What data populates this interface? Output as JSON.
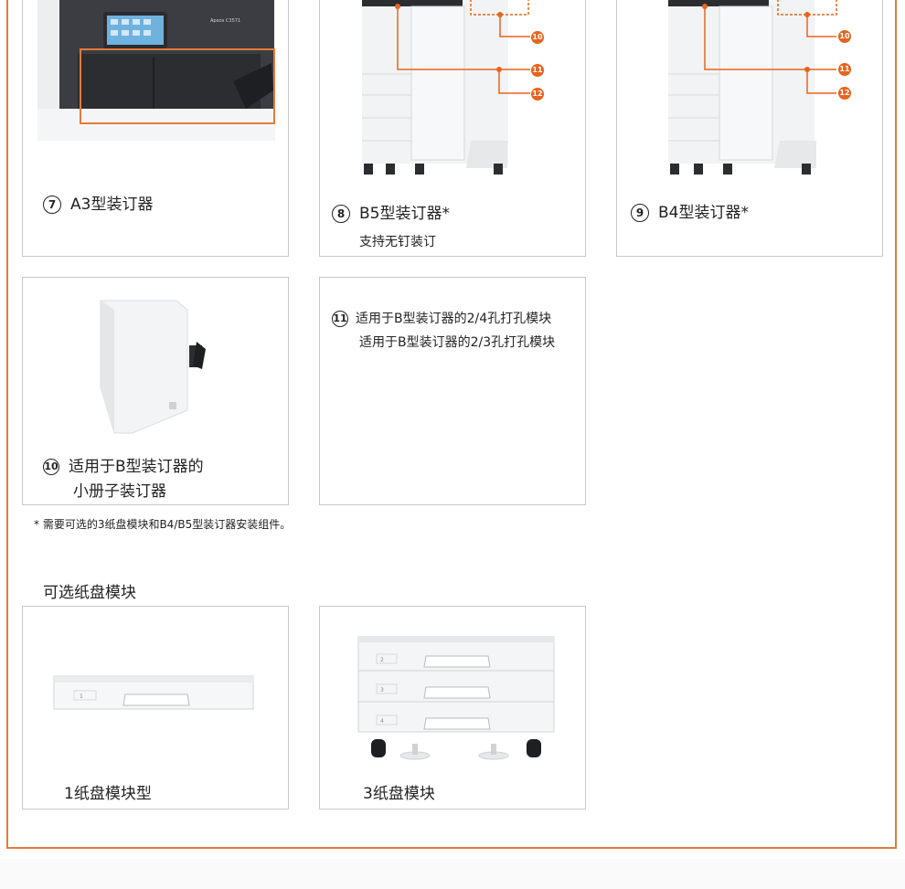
{
  "items": {
    "a3_finisher": {
      "num": "7",
      "label": "A3型装订器"
    },
    "b5_finisher": {
      "num": "8",
      "label": "B5型装订器*",
      "sub": "支持无钉装订"
    },
    "b4_finisher": {
      "num": "9",
      "label": "B4型装订器*"
    },
    "booklet_maker": {
      "num": "10",
      "line1": "适用于B型装订器的",
      "line2": "小册子装订器"
    },
    "punch_module": {
      "num": "11",
      "line1": "适用于B型装订器的2/4孔打孔模块",
      "line2": "适用于B型装订器的2/3孔打孔模块"
    }
  },
  "callouts": {
    "c10": "10",
    "c11": "11",
    "c12": "12"
  },
  "footnote": "* 需要可选的3纸盘模块和B4/B5型装订器安装组件。",
  "tray_section": {
    "title": "可选纸盘模块",
    "one_tray": {
      "label": "1纸盘模块型",
      "tray_number": "1"
    },
    "three_tray": {
      "label": "3纸盘模块",
      "tray_numbers": [
        "2",
        "3",
        "4"
      ]
    }
  },
  "printer_brand": "Apeos C3571",
  "colors": {
    "accent": "#e57b3a",
    "callout": "#e8641e"
  }
}
